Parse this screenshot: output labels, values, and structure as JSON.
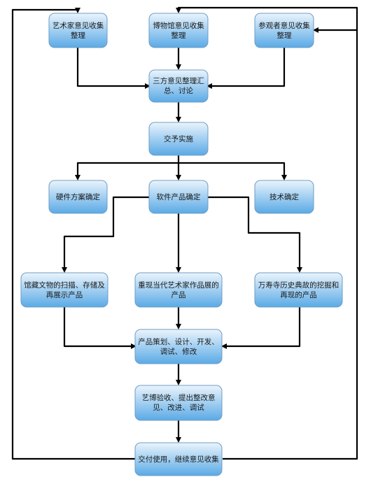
{
  "nodes": {
    "artist_feedback": "艺术家意见收集整理",
    "museum_feedback": "博物馆意见收集整理",
    "visitor_feedback": "参观者意见收集整理",
    "tripartite_summary": "三方意见整理汇总、讨论",
    "hand_over": "交予实施",
    "hardware_plan": "硬件方案确定",
    "software_product": "软件产品确定",
    "tech_confirm": "技术确定",
    "scan_exhibit": "馆藏文物的扫描、存储及再展示产品",
    "contemporary_art": "重现当代艺术家作品展的产品",
    "wanshou_temple": "万寿寺历史典故的挖掘和再现的产品",
    "product_dev": "产品策划、设计、开发、调试、修改",
    "acceptance": "艺博验收、提出整改意见、改进、调试",
    "delivery": "交付使用，继续意见收集"
  },
  "colors": {
    "box_top": "#eaf4fc",
    "box_bottom": "#5aaae6",
    "box_border": "#6f9cc4",
    "arrow": "#000000"
  }
}
